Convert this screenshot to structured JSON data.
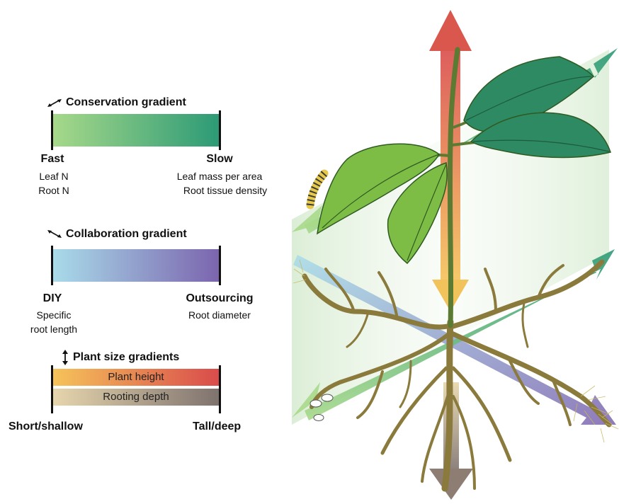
{
  "conservation": {
    "title": "Conservation gradient",
    "left_label": "Fast",
    "left_traits": [
      "Leaf N",
      "Root N"
    ],
    "right_label": "Slow",
    "right_traits": [
      "Leaf mass per area",
      "Root tissue density"
    ],
    "colors": [
      "#a7d98a",
      "#2c9a76"
    ]
  },
  "collaboration": {
    "title": "Collaboration gradient",
    "left_label": "DIY",
    "left_traits": [
      "Specific",
      "root length"
    ],
    "right_label": "Outsourcing",
    "right_traits": [
      "Root diameter"
    ],
    "colors": [
      "#a9dcea",
      "#7b64ae"
    ]
  },
  "size": {
    "title": "Plant size gradients",
    "bar_top_label": "Plant height",
    "bar_bottom_label": "Rooting depth",
    "left_label": "Short/shallow",
    "right_label": "Tall/deep",
    "colors_height": [
      "#f6c35a",
      "#d94b4b"
    ],
    "colors_depth": [
      "#e7d6ad",
      "#7e726e"
    ]
  }
}
